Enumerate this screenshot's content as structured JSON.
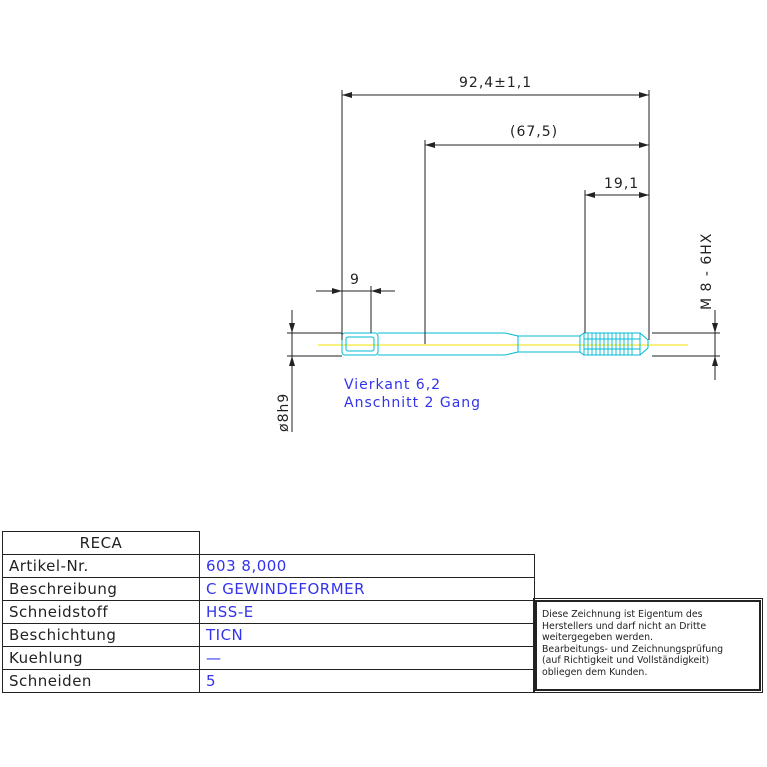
{
  "dimensions": {
    "overall_length": "92,4±1,1",
    "thread_to_shank": "(67,5)",
    "thread_length": "19,1",
    "square_length": "9",
    "shank_diameter": "ø8h9",
    "thread_spec": "M 8 - 6HX"
  },
  "notes": {
    "line1": "Vierkant 6,2",
    "line2": "Anschnitt 2 Gang"
  },
  "title_block": {
    "brand": "RECA",
    "rows": [
      {
        "label": "Artikel-Nr.",
        "value": "603 8,000"
      },
      {
        "label": "Beschreibung",
        "value": "C GEWINDEFORMER"
      },
      {
        "label": "Schneidstoff",
        "value": "HSS-E"
      },
      {
        "label": "Beschichtung",
        "value": "TICN"
      },
      {
        "label": "Kuehlung",
        "value": "—"
      },
      {
        "label": "Schneiden",
        "value": "5"
      }
    ]
  },
  "disclaimer": [
    "Diese Zeichnung ist Eigentum des",
    "Herstellers und darf nicht an Dritte",
    "weitergegeben werden.",
    "Bearbeitungs- und Zeichnungsprüfung",
    "(auf Richtigkeit und Vollständigkeit)",
    "obliegen dem Kunden."
  ],
  "colors": {
    "tool_outline": "#00bcd4",
    "center_line": "#f0e000",
    "dimension": "#222222",
    "annotation": "#3333ee"
  }
}
